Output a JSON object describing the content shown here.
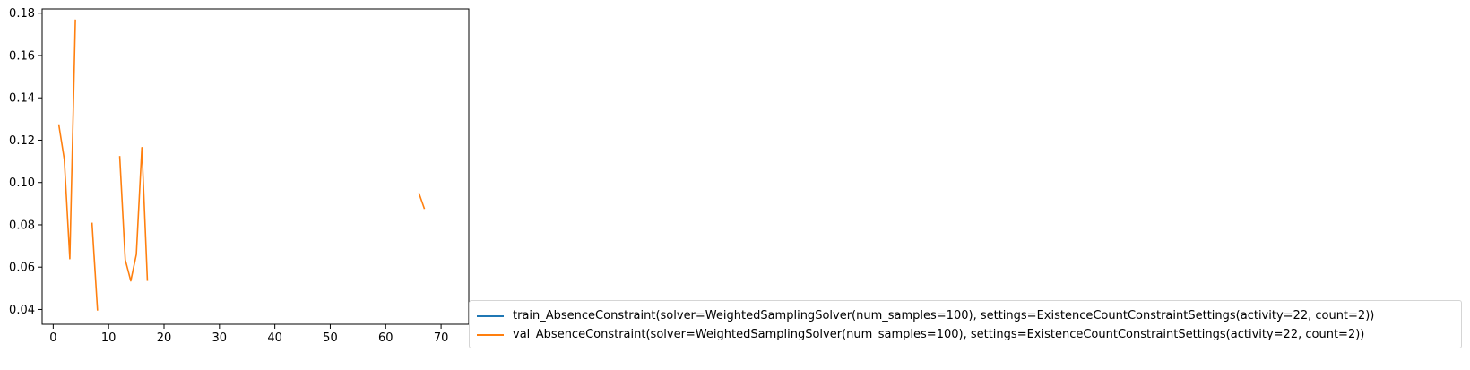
{
  "chart_data": {
    "type": "line",
    "title": "",
    "xlabel": "",
    "ylabel": "",
    "xlim": [
      -2,
      75
    ],
    "ylim": [
      0.033,
      0.182
    ],
    "xticks": [
      0,
      10,
      20,
      30,
      40,
      50,
      60,
      70
    ],
    "yticks": [
      0.04,
      0.06,
      0.08,
      0.1,
      0.12,
      0.14,
      0.16,
      0.18
    ],
    "ytick_labels": [
      "0.04",
      "0.06",
      "0.08",
      "0.10",
      "0.12",
      "0.14",
      "0.16",
      "0.18"
    ],
    "grid": false,
    "legend_position": "lower-right-outside",
    "series": [
      {
        "name": "train_AbsenceConstraint(solver=WeightedSamplingSolver(num_samples=100), settings=ExistenceCountConstraintSettings(activity=22, count=2))",
        "color": "#1f77b4",
        "x": [],
        "y": []
      },
      {
        "name": "val_AbsenceConstraint(solver=WeightedSamplingSolver(num_samples=100), settings=ExistenceCountConstraintSettings(activity=22, count=2))",
        "color": "#ff7f0e",
        "x": [
          1,
          2,
          3,
          4,
          5,
          6,
          7,
          8,
          9,
          10,
          11,
          12,
          13,
          14,
          15,
          16,
          17,
          18,
          66,
          67
        ],
        "y": [
          0.1275,
          0.111,
          0.064,
          0.177,
          null,
          null,
          0.081,
          0.0395,
          null,
          null,
          null,
          0.1125,
          0.0635,
          0.0535,
          0.066,
          0.1165,
          0.0535,
          null,
          0.095,
          0.0875
        ]
      }
    ]
  }
}
